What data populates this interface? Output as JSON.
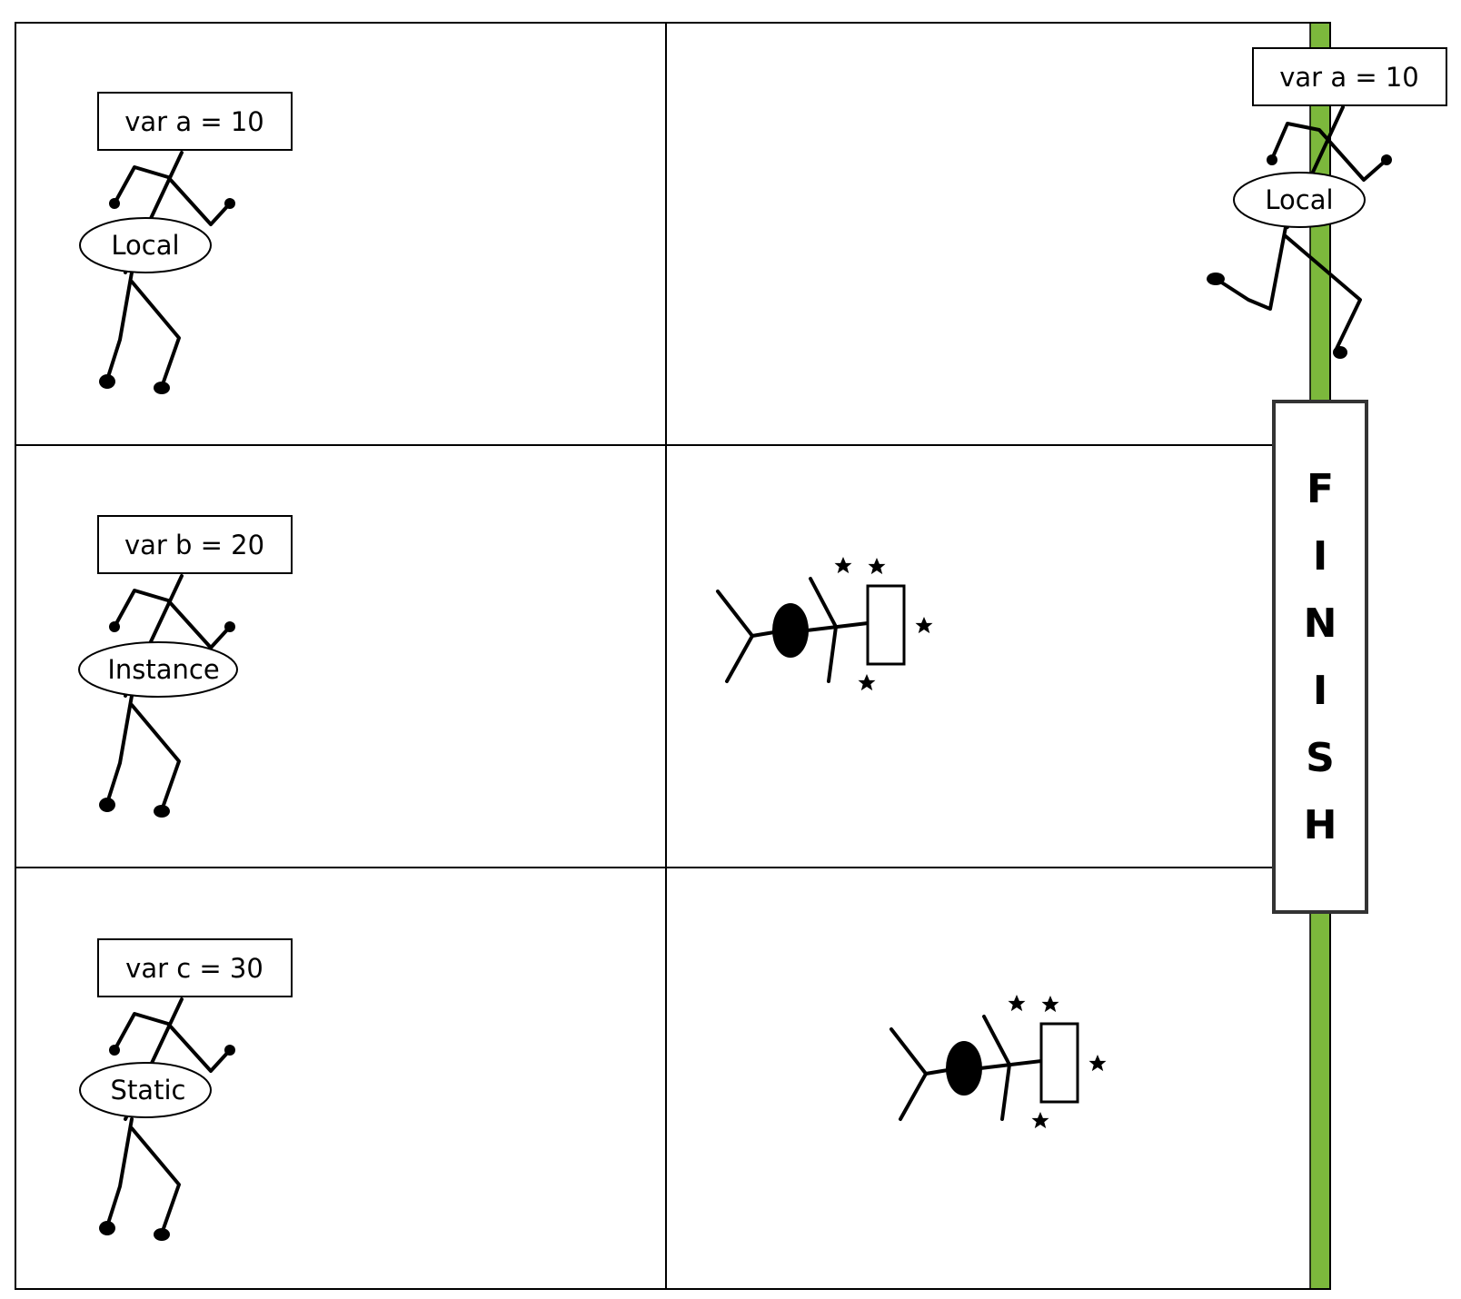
{
  "rows": [
    {
      "runner": {
        "variable_label": "var a = 10",
        "scope_label": "Local"
      },
      "outcome": {
        "kind": "runner",
        "variable_label": "var a = 10",
        "scope_label": "Local",
        "status": "finished"
      }
    },
    {
      "runner": {
        "variable_label": "var b = 20",
        "scope_label": "Instance"
      },
      "outcome": {
        "kind": "fallen",
        "status": "fallen"
      }
    },
    {
      "runner": {
        "variable_label": "var c = 30",
        "scope_label": "Static"
      },
      "outcome": {
        "kind": "fallen",
        "status": "fallen"
      }
    }
  ],
  "finish_banner": {
    "letters": [
      "F",
      "I",
      "N",
      "I",
      "S",
      "H"
    ]
  },
  "colors": {
    "finish_line": "#7cb83c",
    "line": "#000000",
    "background": "#ffffff"
  },
  "icons": {
    "runner": "stick-figure-runner-icon",
    "fallen": "fallen-stick-figure-icon",
    "star": "star-icon"
  }
}
